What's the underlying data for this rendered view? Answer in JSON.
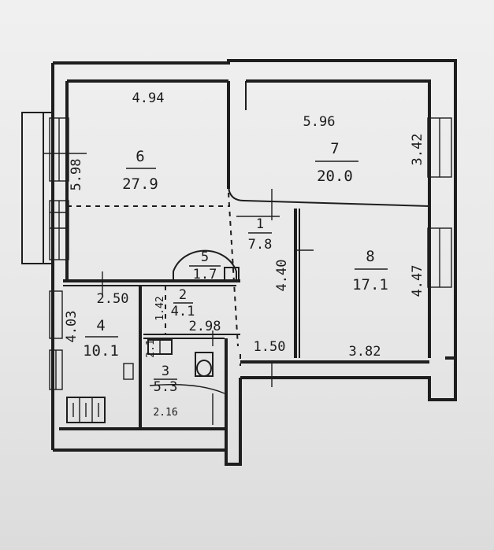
{
  "rooms": [
    {
      "number": "1",
      "area": "7.8"
    },
    {
      "number": "2",
      "area": "4.1"
    },
    {
      "number": "3",
      "area": "5.3"
    },
    {
      "number": "4",
      "area": "10.1"
    },
    {
      "number": "5",
      "area": "1.7"
    },
    {
      "number": "6",
      "area": "27.9"
    },
    {
      "number": "7",
      "area": "20.0"
    },
    {
      "number": "8",
      "area": "17.1"
    }
  ],
  "dimensions": {
    "room6_width": "4.94",
    "room6_height": "5.98",
    "room7_width": "5.96",
    "room7_height": "3.42",
    "room8_height": "4.47",
    "room8_width": "3.82",
    "corridor_length": "4.40",
    "corridor_width": "1.50",
    "room4_width": "2.50",
    "room4_height": "4.03",
    "room2_height": "1.42",
    "room2_width": "2.98",
    "room3_small": "2.1",
    "room3_bottom": "2.16"
  }
}
